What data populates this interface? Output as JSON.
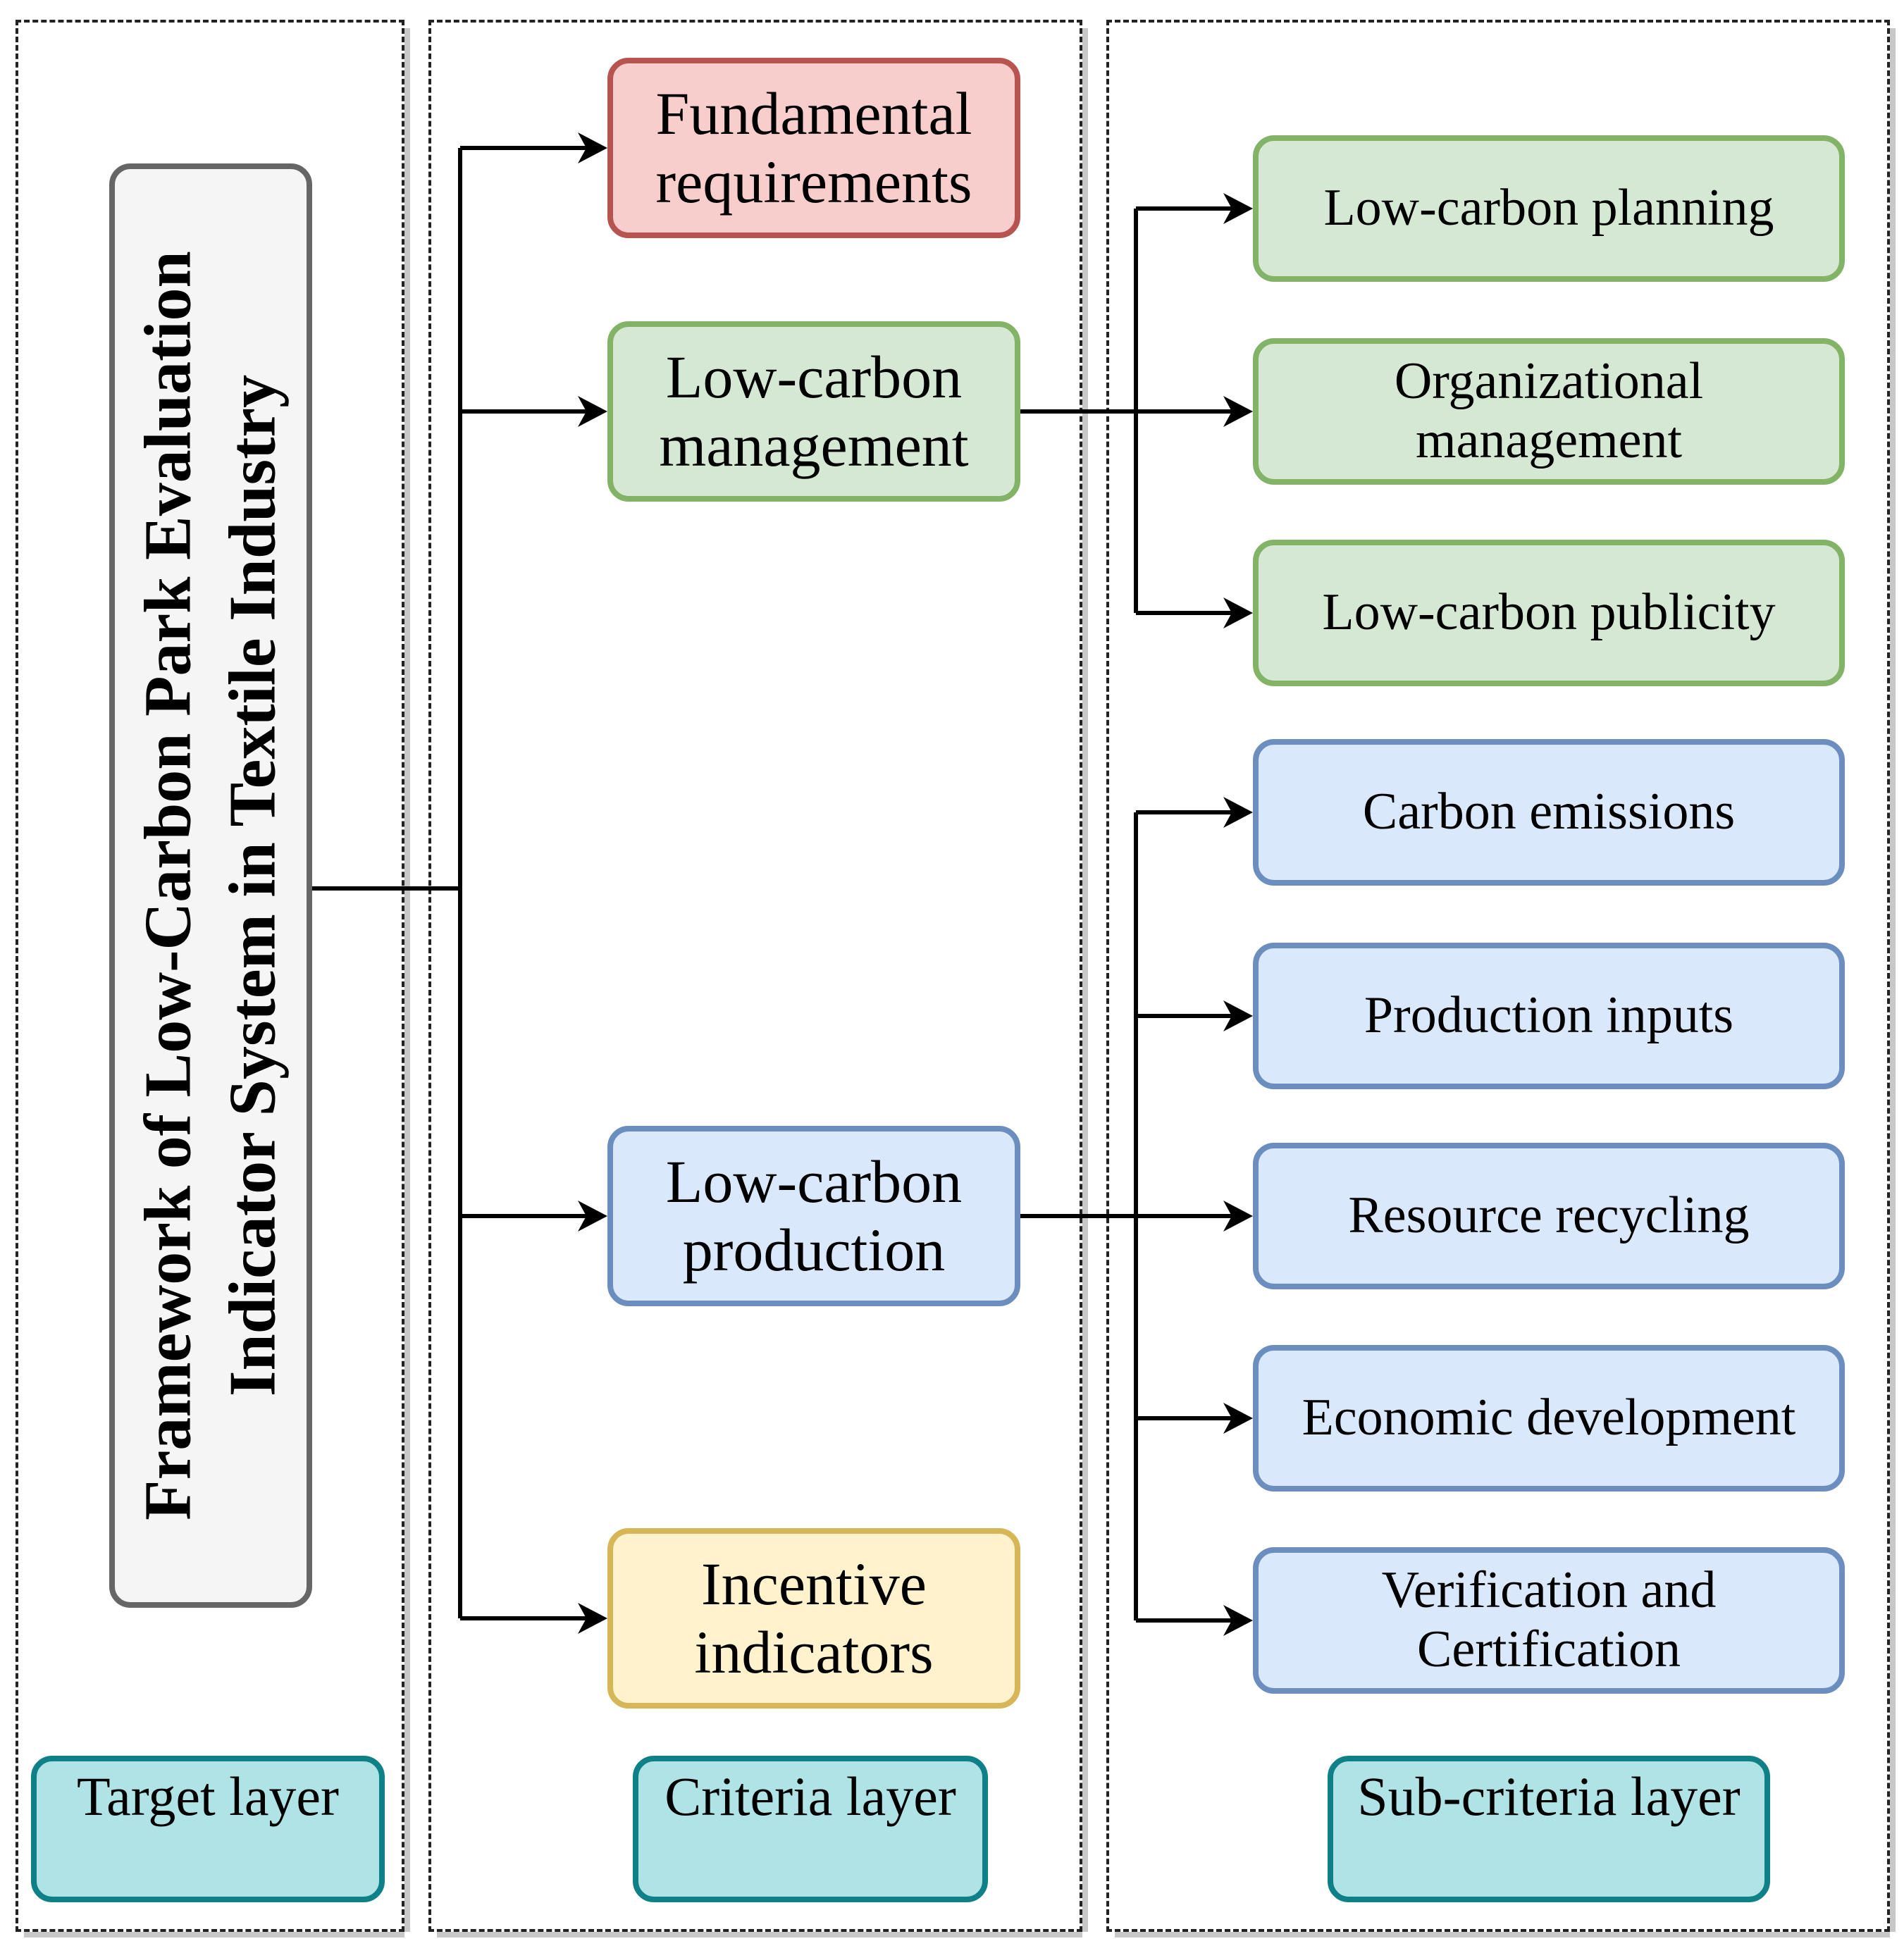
{
  "target": {
    "line1": "Framework of Low-Carbon Park Evaluation",
    "line2": "Indicator System in Textile Industry"
  },
  "criteria": [
    {
      "line1": "Fundamental",
      "line2": "requirements",
      "color": "#f8cecc"
    },
    {
      "line1": "Low-carbon",
      "line2": "management",
      "color": "#d5e8d4"
    },
    {
      "line1": "Low-carbon",
      "line2": "production",
      "color": "#dae8fc"
    },
    {
      "line1": "Incentive",
      "line2": "indicators",
      "color": "#fff2cc"
    }
  ],
  "management_subcriteria": [
    {
      "line1": "Low-carbon planning",
      "line2": ""
    },
    {
      "line1": "Organizational",
      "line2": "management"
    },
    {
      "line1": "Low-carbon publicity",
      "line2": ""
    }
  ],
  "production_subcriteria": [
    {
      "line1": "Carbon emissions",
      "line2": ""
    },
    {
      "line1": "Production inputs",
      "line2": ""
    },
    {
      "line1": "Resource recycling",
      "line2": ""
    },
    {
      "line1": "Economic development",
      "line2": ""
    },
    {
      "line1": "Verification and",
      "line2": "Certification"
    }
  ],
  "layers": {
    "target": "Target layer",
    "criteria": "Criteria layer",
    "subcriteria": "Sub-criteria layer"
  }
}
